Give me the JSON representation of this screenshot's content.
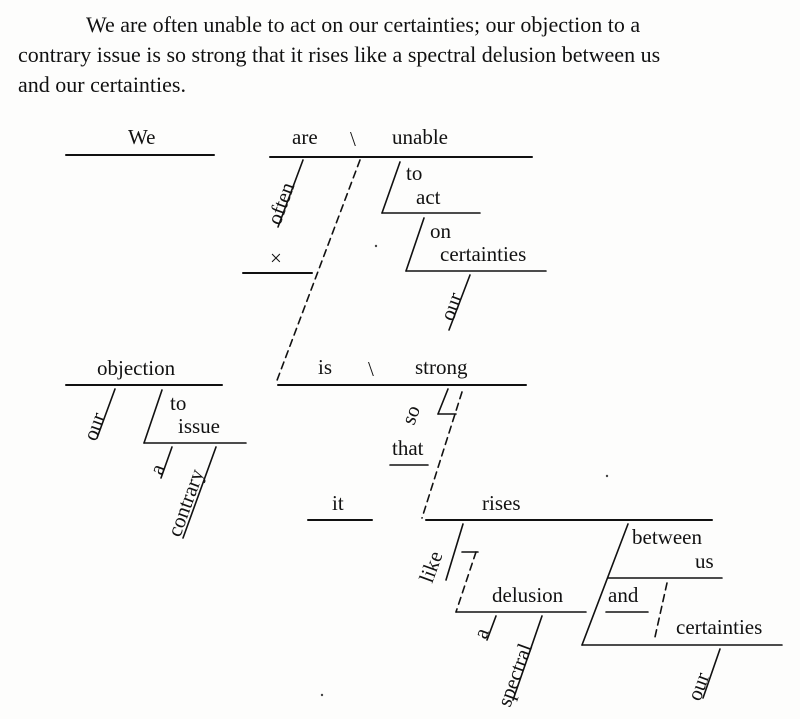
{
  "sentence": {
    "line1": "We are often unable to act on our certainties; our objection to a",
    "line2": "contrary issue is so strong that it rises like a spectral delusion between us",
    "line3": "and our certainties."
  },
  "diagram": {
    "we": "We",
    "are": "are",
    "divider_1": "\\",
    "unable": "unable",
    "often": "often",
    "to_1": "to",
    "act": "act",
    "on": "on",
    "certainties_1": "certainties",
    "our_1": "our",
    "understood": "×",
    "objection": "objection",
    "our_2": "our",
    "to_2": "to",
    "issue": "issue",
    "a_1": "a",
    "contrary": "contrary",
    "is": "is",
    "divider_2": "\\",
    "strong": "strong",
    "so": "so",
    "that": "that",
    "it": "it",
    "rises": "rises",
    "like": "like",
    "delusion": "delusion",
    "a_2": "a",
    "spectral": "spectral",
    "between": "between",
    "us": "us",
    "and": "and",
    "certainties_2": "certainties",
    "our_3": "our"
  }
}
